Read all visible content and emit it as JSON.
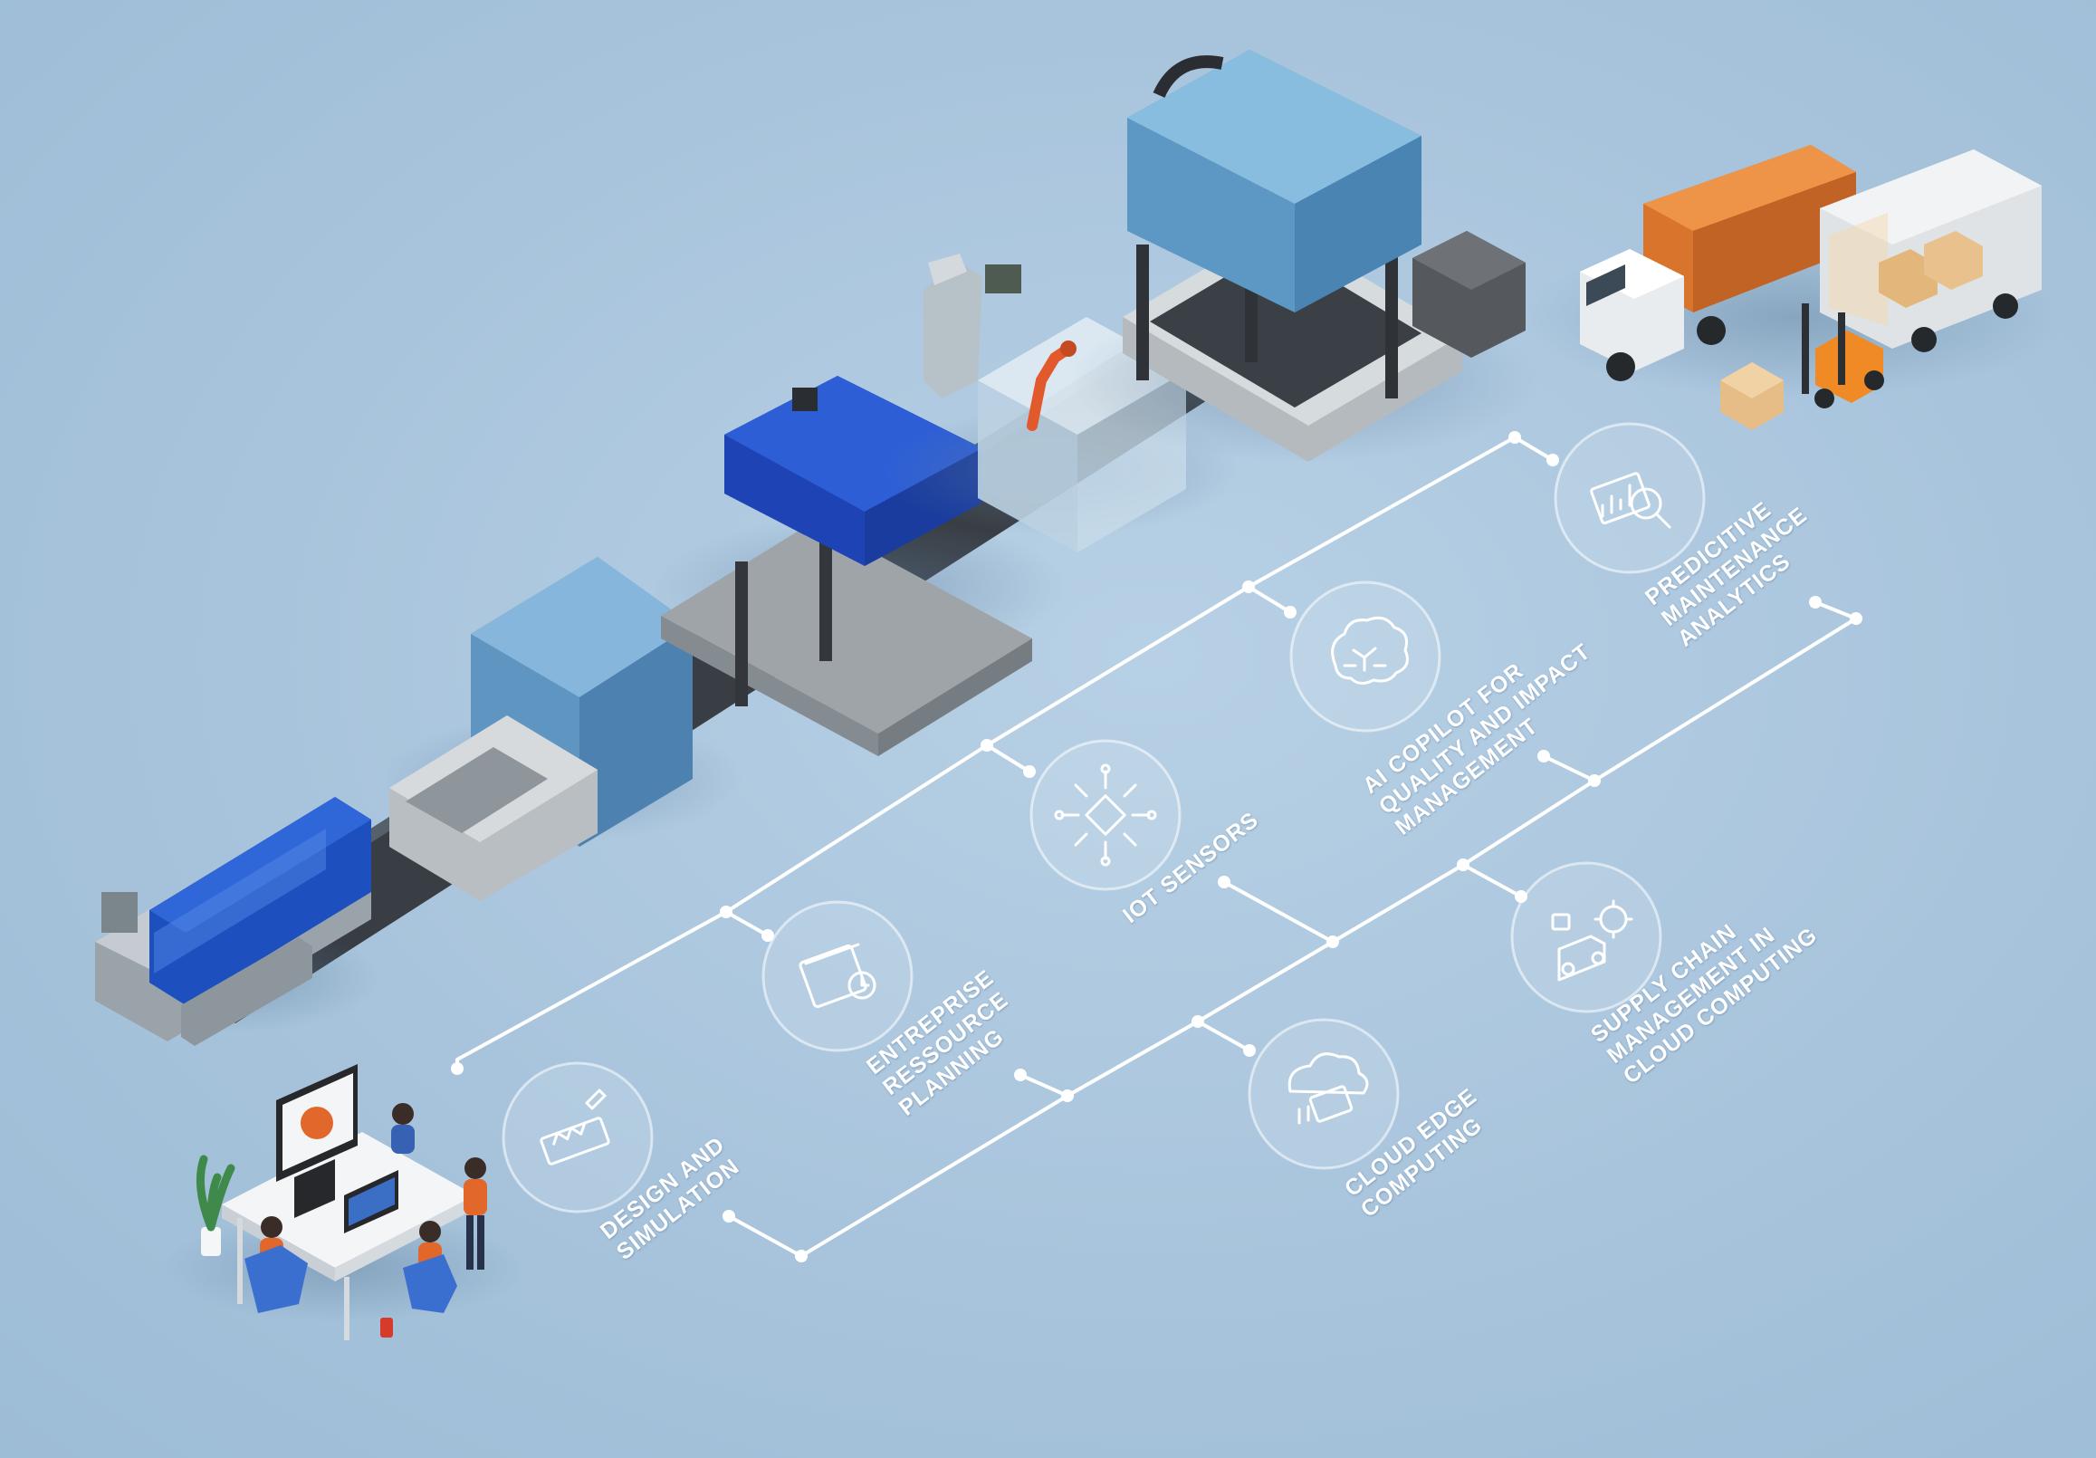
{
  "palette": {
    "background": "#a9c5dd",
    "line": "#ffffff",
    "machine_light_blue": "#6fa6cf",
    "machine_dark_blue": "#2a57c9",
    "container_orange": "#e07a2e",
    "person_orange": "#e2672b"
  },
  "nodes": [
    {
      "id": "design",
      "icon": "design-pencil-icon",
      "label_lines": [
        "DESIGN AND",
        "SIMULATION"
      ]
    },
    {
      "id": "erp",
      "icon": "calendar-clock-icon",
      "label_lines": [
        "ENTREPRISE",
        "RESSOURCE",
        "PLANNING"
      ]
    },
    {
      "id": "iot",
      "icon": "iot-chip-icon",
      "label_lines": [
        "IOT SENSORS"
      ]
    },
    {
      "id": "ai",
      "icon": "ai-brain-icon",
      "label_lines": [
        "AI COPILOT FOR",
        "QUALITY AND IMPACT",
        "MANAGEMENT"
      ]
    },
    {
      "id": "predictive",
      "icon": "analytics-magnifier-icon",
      "label_lines": [
        "PREDICITIVE",
        "MAINTENANCE",
        "ANALYTICS"
      ]
    },
    {
      "id": "cloud",
      "icon": "cloud-edge-icon",
      "label_lines": [
        "CLOUD EDGE",
        "COMPUTING"
      ]
    },
    {
      "id": "supply",
      "icon": "supply-chain-truck-icon",
      "label_lines": [
        "SUPPLY CHAIN",
        "MANAGEMENT IN",
        "CLOUD COMPUTING"
      ]
    }
  ]
}
